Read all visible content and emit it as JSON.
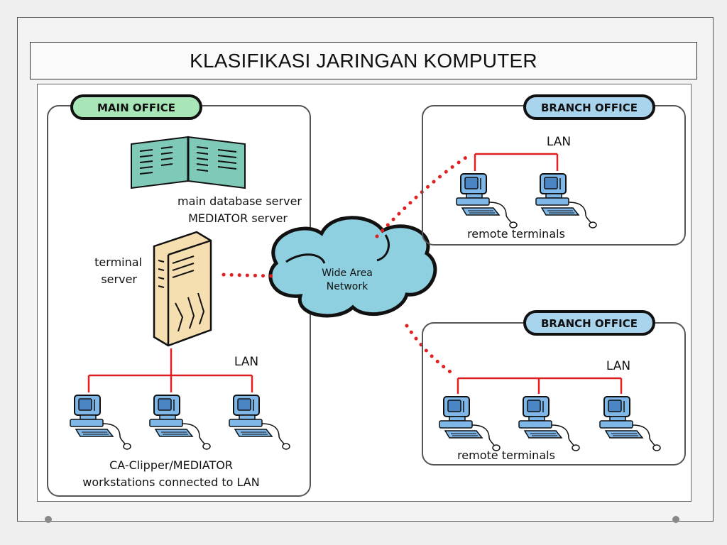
{
  "slide": {
    "title": "KLASIFIKASI JARINGAN KOMPUTER"
  },
  "diagram": {
    "main_office": {
      "badge": "MAIN OFFICE",
      "server_caption_line1": "main database server",
      "server_caption_line2": "MEDIATOR server",
      "terminal_server_line1": "terminal",
      "terminal_server_line2": "server",
      "lan_label": "LAN",
      "workstations_line1": "CA-Clipper/MEDIATOR",
      "workstations_line2": "workstations connected to LAN"
    },
    "wan": {
      "line1": "Wide Area",
      "line2": "Network"
    },
    "branch_office_top": {
      "badge": "BRANCH OFFICE",
      "lan_label": "LAN",
      "caption": "remote terminals"
    },
    "branch_office_bottom": {
      "badge": "BRANCH OFFICE",
      "lan_label": "LAN",
      "caption": "remote terminals"
    },
    "colors": {
      "main_badge": "#a8e6b8",
      "branch_badge": "#a9d4ee",
      "lan_line": "#e02020",
      "wan_link": "#e02020",
      "cloud_fill": "#8ecfe0",
      "computer_fill": "#7fb8e8",
      "server_fill": "#f5deb0",
      "rack_fill": "#7fc9b8"
    }
  }
}
